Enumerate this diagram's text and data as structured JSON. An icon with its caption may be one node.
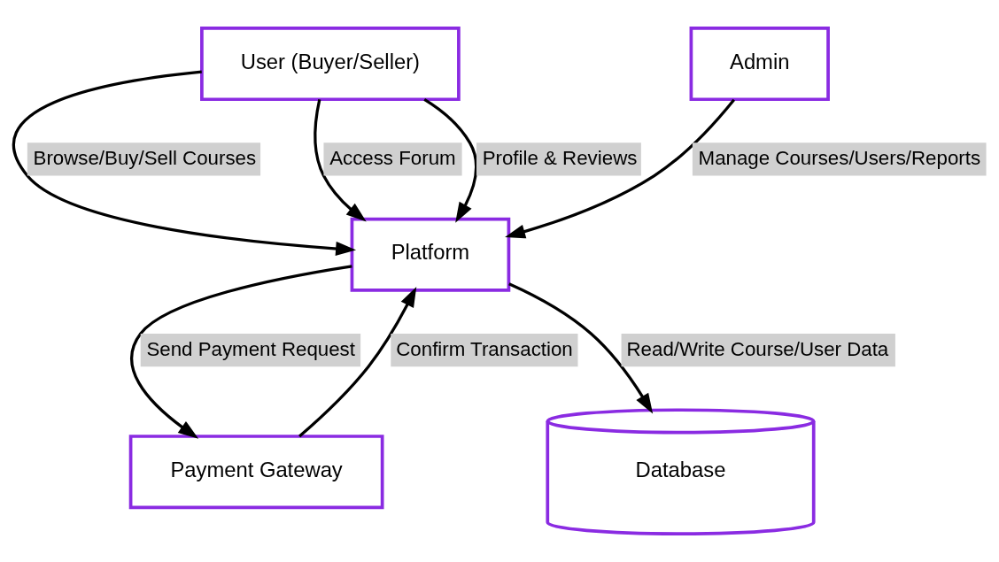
{
  "diagram": {
    "nodes": [
      {
        "text": [
          "User (Buyer/Seller)"
        ]
      },
      {
        "text": [
          "Admin"
        ]
      },
      {
        "text": [
          "Platform"
        ]
      },
      {
        "text": [
          "Payment Gateway"
        ]
      },
      {
        "text": [
          "Database"
        ]
      }
    ],
    "edges": [
      {
        "from": 0,
        "to": 2,
        "arrow": "to",
        "label": "Browse/Buy/Sell Courses"
      },
      {
        "from": 0,
        "to": 2,
        "arrow": "to",
        "label": "Access Forum"
      },
      {
        "from": 0,
        "to": 2,
        "arrow": "to",
        "label": "Profile & Reviews"
      },
      {
        "from": 1,
        "to": 2,
        "arrow": "to",
        "label": "Manage Courses/Users/Reports"
      },
      {
        "from": 2,
        "to": 3,
        "arrow": "to",
        "label": "Send Payment Request"
      },
      {
        "from": 3,
        "to": 2,
        "arrow": "to",
        "label": "Confirm Transaction"
      },
      {
        "from": 2,
        "to": 4,
        "arrow": "to",
        "label": "Read/Write Course/User Data"
      }
    ]
  }
}
